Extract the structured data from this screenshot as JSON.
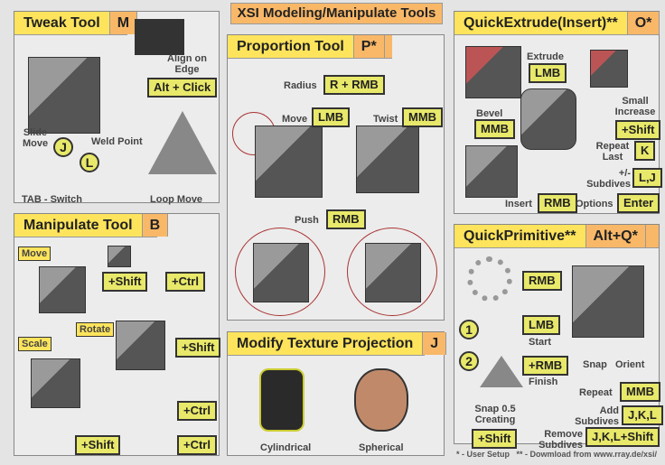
{
  "title": "XSI Modeling/Manipulate Tools",
  "tweak": {
    "title": "Tweak Tool",
    "key": "M",
    "align_on_edge": "Align on Edge",
    "alt_click": "Alt + Click",
    "slide_move": "Slide Move",
    "j": "J",
    "weld_point": "Weld Point",
    "l": "L",
    "tab_switch": "TAB - Switch",
    "loop_move": "Loop Move"
  },
  "manipulate": {
    "title": "Manipulate Tool",
    "key": "B",
    "move": "Move",
    "move_shift": "+Shift",
    "move_ctrl": "+Ctrl",
    "rotate": "Rotate",
    "rotate_shift": "+Shift",
    "rotate_ctrl": "+Ctrl",
    "scale": "Scale",
    "scale_shift": "+Shift",
    "scale_ctrl": "+Ctrl"
  },
  "proportion": {
    "title": "Proportion Tool",
    "key": "P*",
    "radius": "Radius",
    "radius_key": "R + RMB",
    "move": "Move",
    "move_key": "LMB",
    "twist": "Twist",
    "twist_key": "MMB",
    "push": "Push",
    "push_key": "RMB"
  },
  "texture": {
    "title": "Modify Texture Projection",
    "key": "J",
    "cylindrical": "Cylindrical",
    "spherical": "Spherical"
  },
  "extrude": {
    "title": "QuickExtrude(Insert)**",
    "key": "O*",
    "extrude": "Extrude",
    "extrude_key": "LMB",
    "bevel": "Bevel",
    "bevel_key": "MMB",
    "small_increase": "Small Increase",
    "small_key": "+Shift",
    "repeat_last": "Repeat Last",
    "repeat_key": "K",
    "subdives": "+/- Subdives",
    "subdives_key": "L,J",
    "insert": "Insert",
    "insert_key": "RMB",
    "options": "Options",
    "options_key": "Enter"
  },
  "primitive": {
    "title": "QuickPrimitive**",
    "key": "Alt+Q*",
    "menu_key": "RMB",
    "step1": "1",
    "start_key": "LMB",
    "start": "Start",
    "step2": "2",
    "finish_key": "+RMB",
    "finish": "Finish",
    "snap": "Snap",
    "orient": "Orient",
    "repeat": "Repeat",
    "repeat_key": "MMB",
    "snap_creating": "Snap 0.5 Creating",
    "snap_key": "+Shift",
    "add_subdives": "Add Subdives",
    "add_key": "J,K,L",
    "remove_subdives": "Remove Subdives",
    "remove_key": "J,K,L+Shift"
  },
  "footer": "* - User Setup   ** - Dowmload from www.rray.de/xsi/"
}
